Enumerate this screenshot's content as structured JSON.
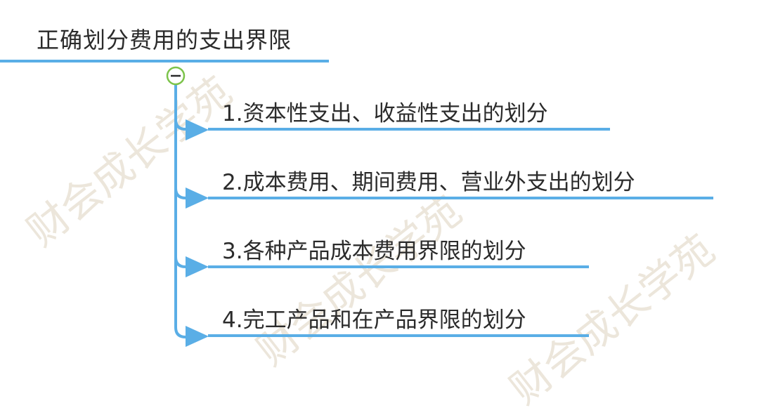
{
  "root": {
    "title": "正确划分费用的支出界限"
  },
  "branches": [
    {
      "label": "1.资本性支出、收益性支出的划分"
    },
    {
      "label": "2.成本费用、期间费用、营业外支出的划分"
    },
    {
      "label": "3.各种产品成本费用界限的划分"
    },
    {
      "label": "4.完工产品和在产品界限的划分"
    }
  ],
  "watermark": {
    "text": "财会成长学苑"
  },
  "colors": {
    "line": "#5aaee6",
    "collapse_ring": "#7cc34a",
    "text": "#2b2b2b"
  },
  "icons": {
    "collapse": "minus-circle-icon",
    "branch_arrow": "arrow-right-icon"
  }
}
